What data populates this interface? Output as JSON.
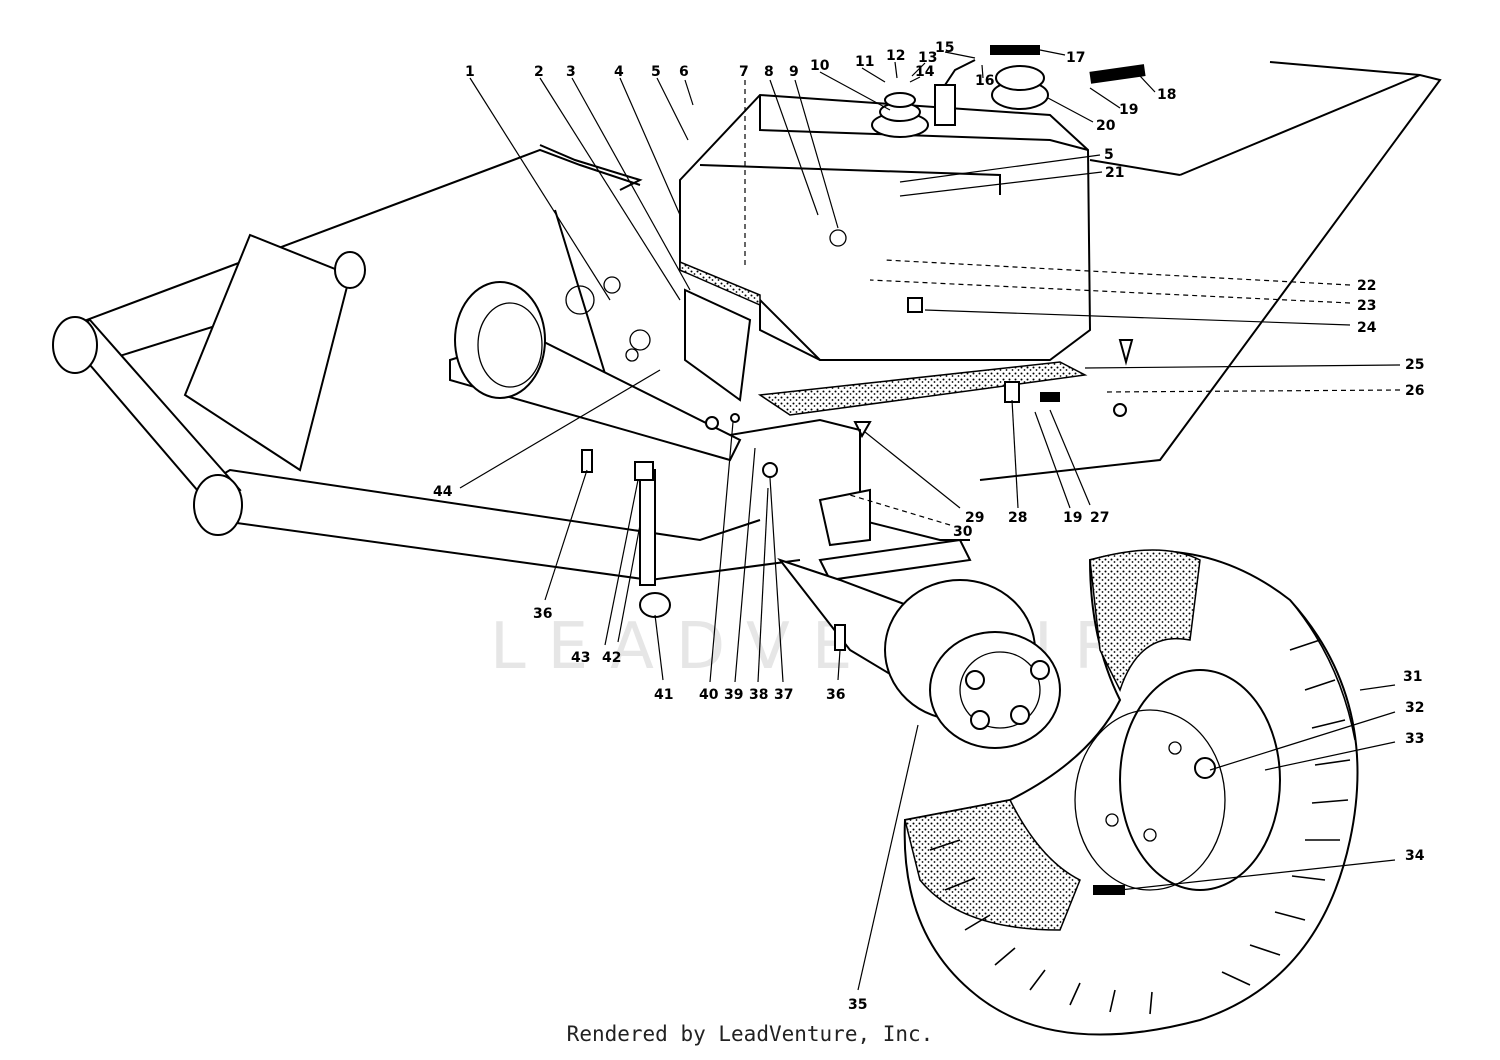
{
  "watermark": "LEADVENTURE",
  "credit": "Rendered by LeadVenture, Inc.",
  "callouts": [
    "1",
    "2",
    "3",
    "4",
    "5",
    "6",
    "7",
    "8",
    "9",
    "10",
    "11",
    "12",
    "13",
    "14",
    "15",
    "16",
    "17",
    "18",
    "19",
    "20",
    "5",
    "21",
    "22",
    "23",
    "24",
    "25",
    "26",
    "27",
    "19",
    "28",
    "29",
    "30",
    "31",
    "32",
    "33",
    "34",
    "35",
    "36",
    "37",
    "38",
    "39",
    "40",
    "41",
    "42",
    "43",
    "36",
    "44"
  ]
}
